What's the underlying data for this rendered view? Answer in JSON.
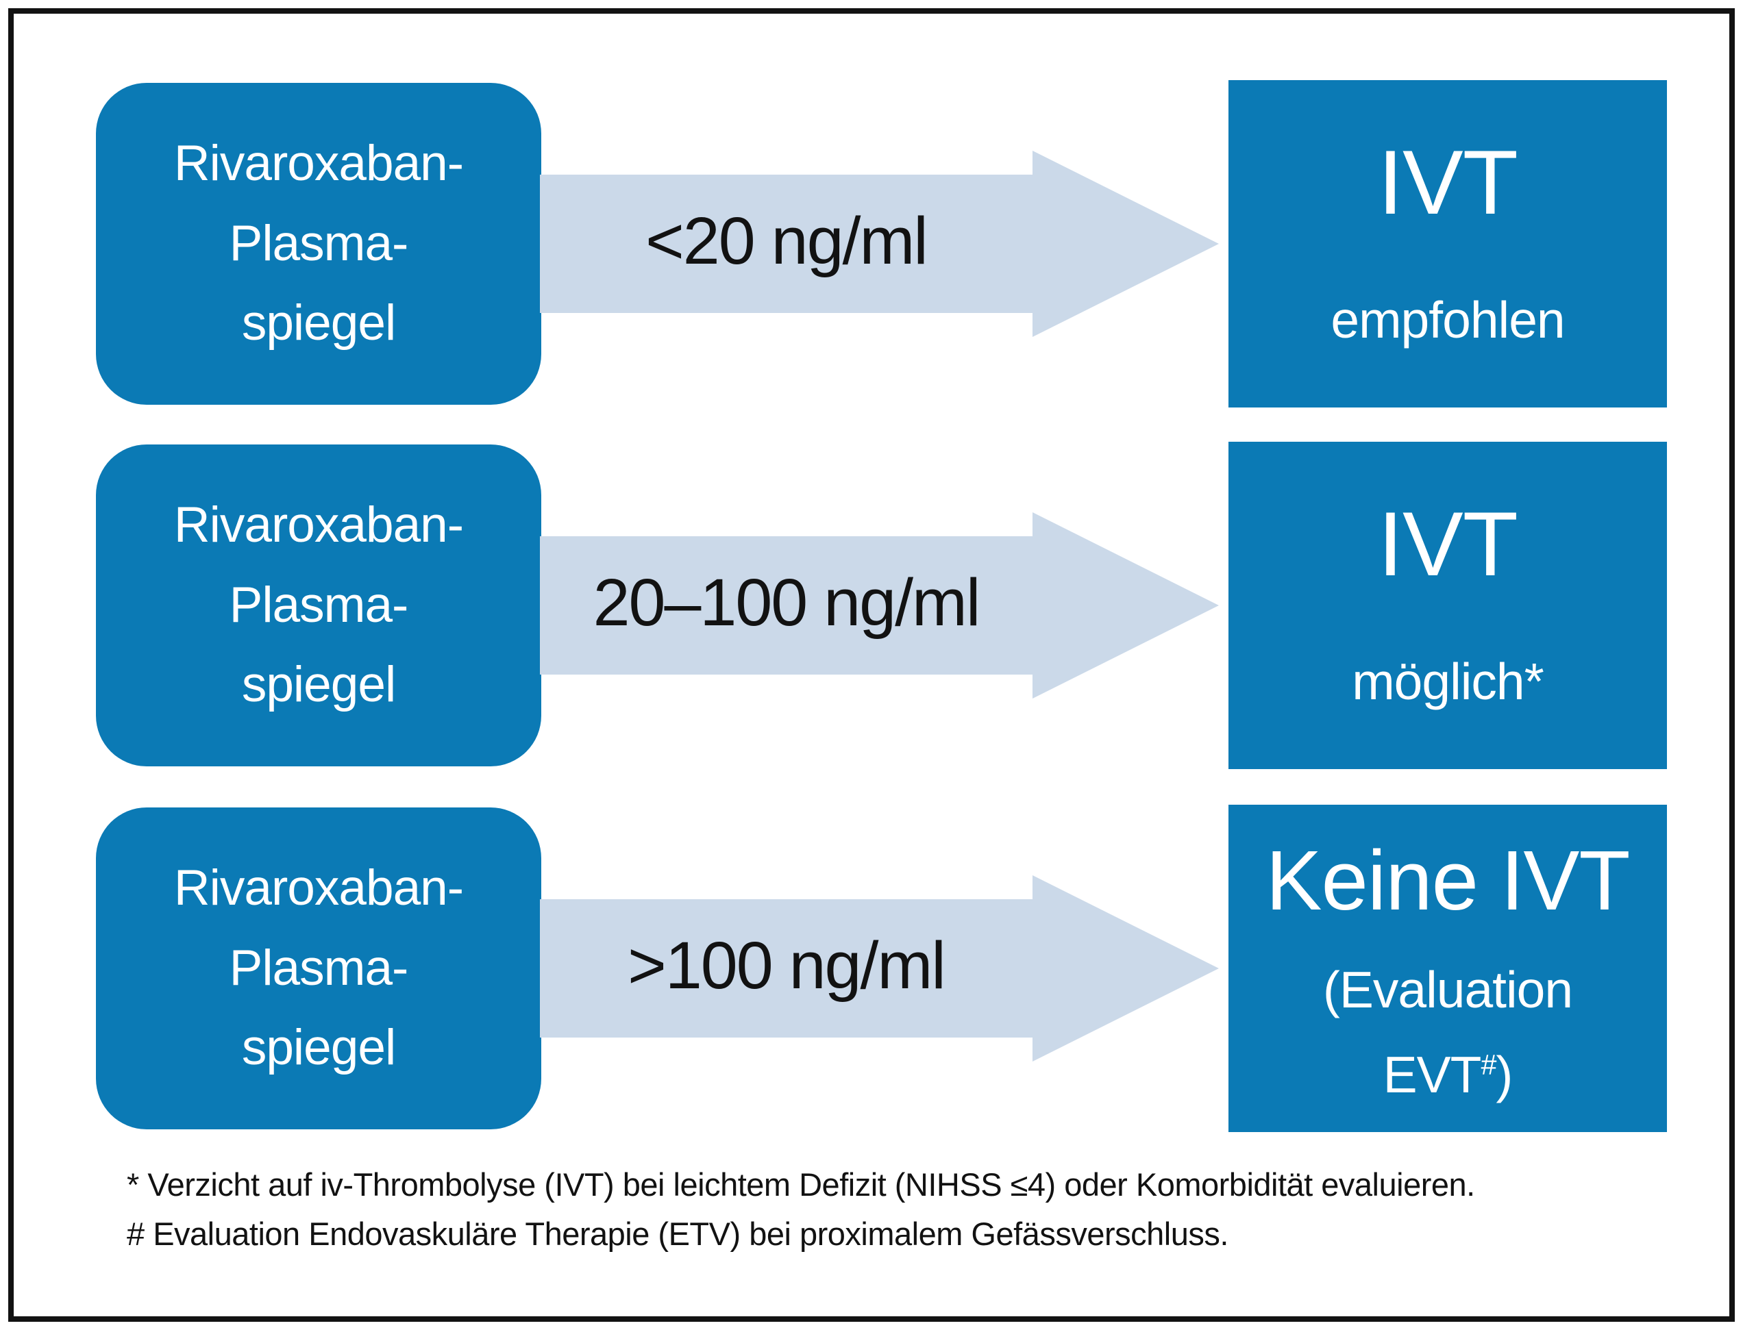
{
  "colors": {
    "box_blue": "#0b7ab5",
    "arrow_blue": "#cbd9e9",
    "ink": "#121212",
    "text_on_blue": "#ffffff",
    "background": "#ffffff"
  },
  "rows": [
    {
      "source_lines": [
        "Rivaroxaban-",
        "Plasma-",
        "spiegel"
      ],
      "arrow_label": "<20 ng/ml",
      "result_title": "IVT",
      "result_sub": "empfohlen"
    },
    {
      "source_lines": [
        "Rivaroxaban-",
        "Plasma-",
        "spiegel"
      ],
      "arrow_label": "20–100 ng/ml",
      "result_title": "IVT",
      "result_sub": "möglich*"
    },
    {
      "source_lines": [
        "Rivaroxaban-",
        "Plasma-",
        "spiegel"
      ],
      "arrow_label": ">100 ng/ml",
      "result_title": "Keine IVT",
      "result_sub_line1": "(Evaluation",
      "result_sub_line2_prefix": "EVT",
      "result_sub_line2_sup": "#",
      "result_sub_line2_suffix": ")"
    }
  ],
  "footnotes": [
    "* Verzicht auf iv-Thrombolyse (IVT) bei leichtem Defizit (NIHSS ≤4) oder Komorbidität evaluieren.",
    "# Evaluation Endovaskuläre Therapie (ETV) bei proximalem Gefässverschluss."
  ]
}
